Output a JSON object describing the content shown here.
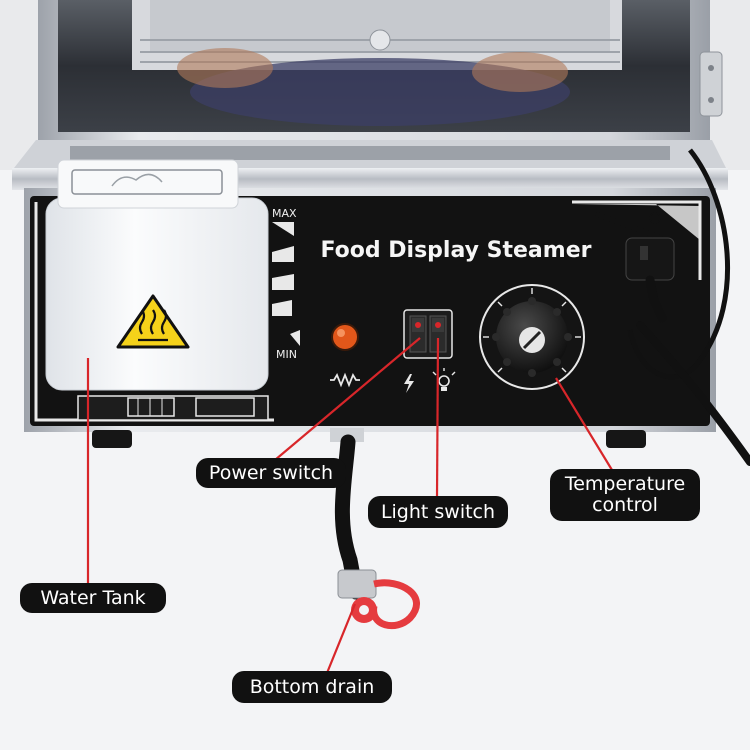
{
  "product": {
    "panel_title": "Food Display Steamer",
    "max_mark": "MAX",
    "min_mark": "MIN"
  },
  "callouts": {
    "water_tank": "Water Tank",
    "power_switch": "Power switch",
    "light_switch": "Light switch",
    "temperature_control_line1": "Temperature",
    "temperature_control_line2": "control",
    "bottom_drain": "Bottom drain"
  },
  "icons": {
    "heat_warning": "hot-surface-warning-icon",
    "lightning": "lightning-icon",
    "bulb": "light-bulb-icon",
    "heater": "heater-element-icon"
  },
  "colors": {
    "leader_line": "#d8262a",
    "panel_black": "#121212",
    "steel": "#c9ccd1",
    "warning_yellow": "#f5d21a",
    "indicator_orange": "#e2571a",
    "drain_cap_red": "#e53b3f"
  }
}
